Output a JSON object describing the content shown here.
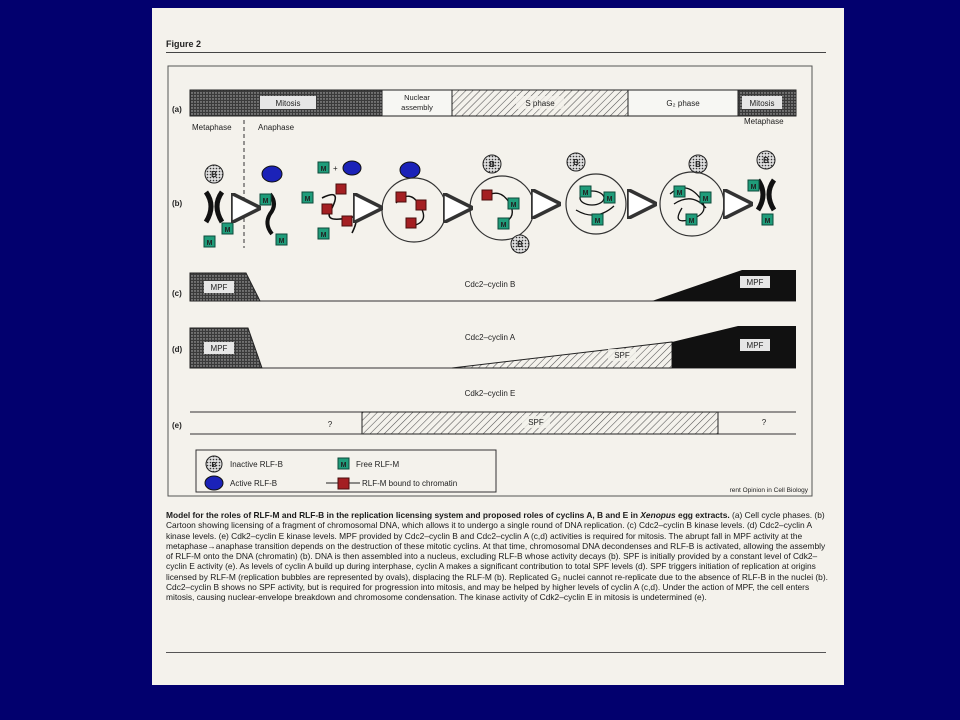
{
  "figure": {
    "title": "Figure 2",
    "source": "rent Opinion in Cell Biology"
  },
  "phases": {
    "label": "(a)",
    "mitosis": "Mitosis",
    "nuclear_assembly_1": "Nuclear",
    "nuclear_assembly_2": "assembly",
    "s_phase": "S phase",
    "g2_phase": "G₂ phase",
    "mitosis_end": "Mitosis",
    "metaphase_left": "Metaphase",
    "anaphase": "Anaphase",
    "metaphase_right": "Metaphase"
  },
  "cartoon": {
    "label": "(b)",
    "b_glyph": "B",
    "m_glyph": "M"
  },
  "panel_c": {
    "label": "(c)",
    "center": "Cdc2–cyclin B",
    "mpf_left": "MPF",
    "mpf_right": "MPF"
  },
  "panel_d": {
    "label": "(d)",
    "center": "Cdc2–cyclin A",
    "mpf_left": "MPF",
    "spf": "SPF",
    "mpf_right": "MPF"
  },
  "panel_e": {
    "label": "(e)",
    "title": "Cdk2–cyclin E",
    "q_left": "?",
    "spf": "SPF",
    "q_right": "?"
  },
  "legend": {
    "inactive_rlfb": "Inactive RLF-B",
    "active_rlfb": "Active RLF-B",
    "free_rlfm": "Free RLF-M",
    "bound_rlfm": "RLF-M bound to chromatin"
  },
  "caption": {
    "intro": "Model for the roles of RLF-M and RLF-B in the replication licensing system and proposed roles of cyclins A, B and E in ",
    "intro_italic": "Xenopus",
    "intro_end": " egg extracts.",
    "body": "(a) Cell cycle phases. (b) Cartoon showing licensing of a fragment of chromosomal DNA, which allows it to undergo a single round of DNA replication. (c) Cdc2–cyclin B kinase levels. (d) Cdc2–cyclin A kinase levels. (e) Cdk2–cyclin E kinase levels. MPF provided by Cdc2–cyclin B and Cdc2–cyclin A (c,d) activities is required for mitosis. The abrupt fall in MPF activity at the metaphase→anaphase transition depends on the destruction of these mitotic cyclins. At that time, chromosomal DNA decondenses and RLF-B is activated, allowing the assembly of RLF-M onto the DNA (chromatin) (b). DNA is then assembled into a nucleus, excluding RLF-B whose activity decays (b). SPF is initially provided by a constant level of Cdk2–cyclin E activity (e). As levels of cyclin A build up during interphase, cyclin A makes a significant contribution to total SPF levels (d). SPF triggers initiation of replication at origins licensed by RLF-M (replication bubbles are represented by ovals), displacing the RLF-M (b). Replicated G₂ nuclei cannot re-replicate due to the absence of RLF-B in the nuclei (b). Cdc2–cyclin B shows no SPF activity, but is required for progression into mitosis, and may be helped by higher levels of cyclin A (c,d). Under the action of MPF, the cell enters mitosis, causing nuclear-envelope breakdown and chromosome condensation. The kinase activity of Cdk2–cyclin E in mitosis is undetermined (e)."
  },
  "colors": {
    "slide_bg": "#02006e",
    "paper": "#f4f2ec",
    "ink": "#1a1a1a",
    "rlf_m_green": "#1f9c7a",
    "rlf_m_bound_red": "#a41f22",
    "rlf_b_active_blue": "#1b22b8"
  }
}
